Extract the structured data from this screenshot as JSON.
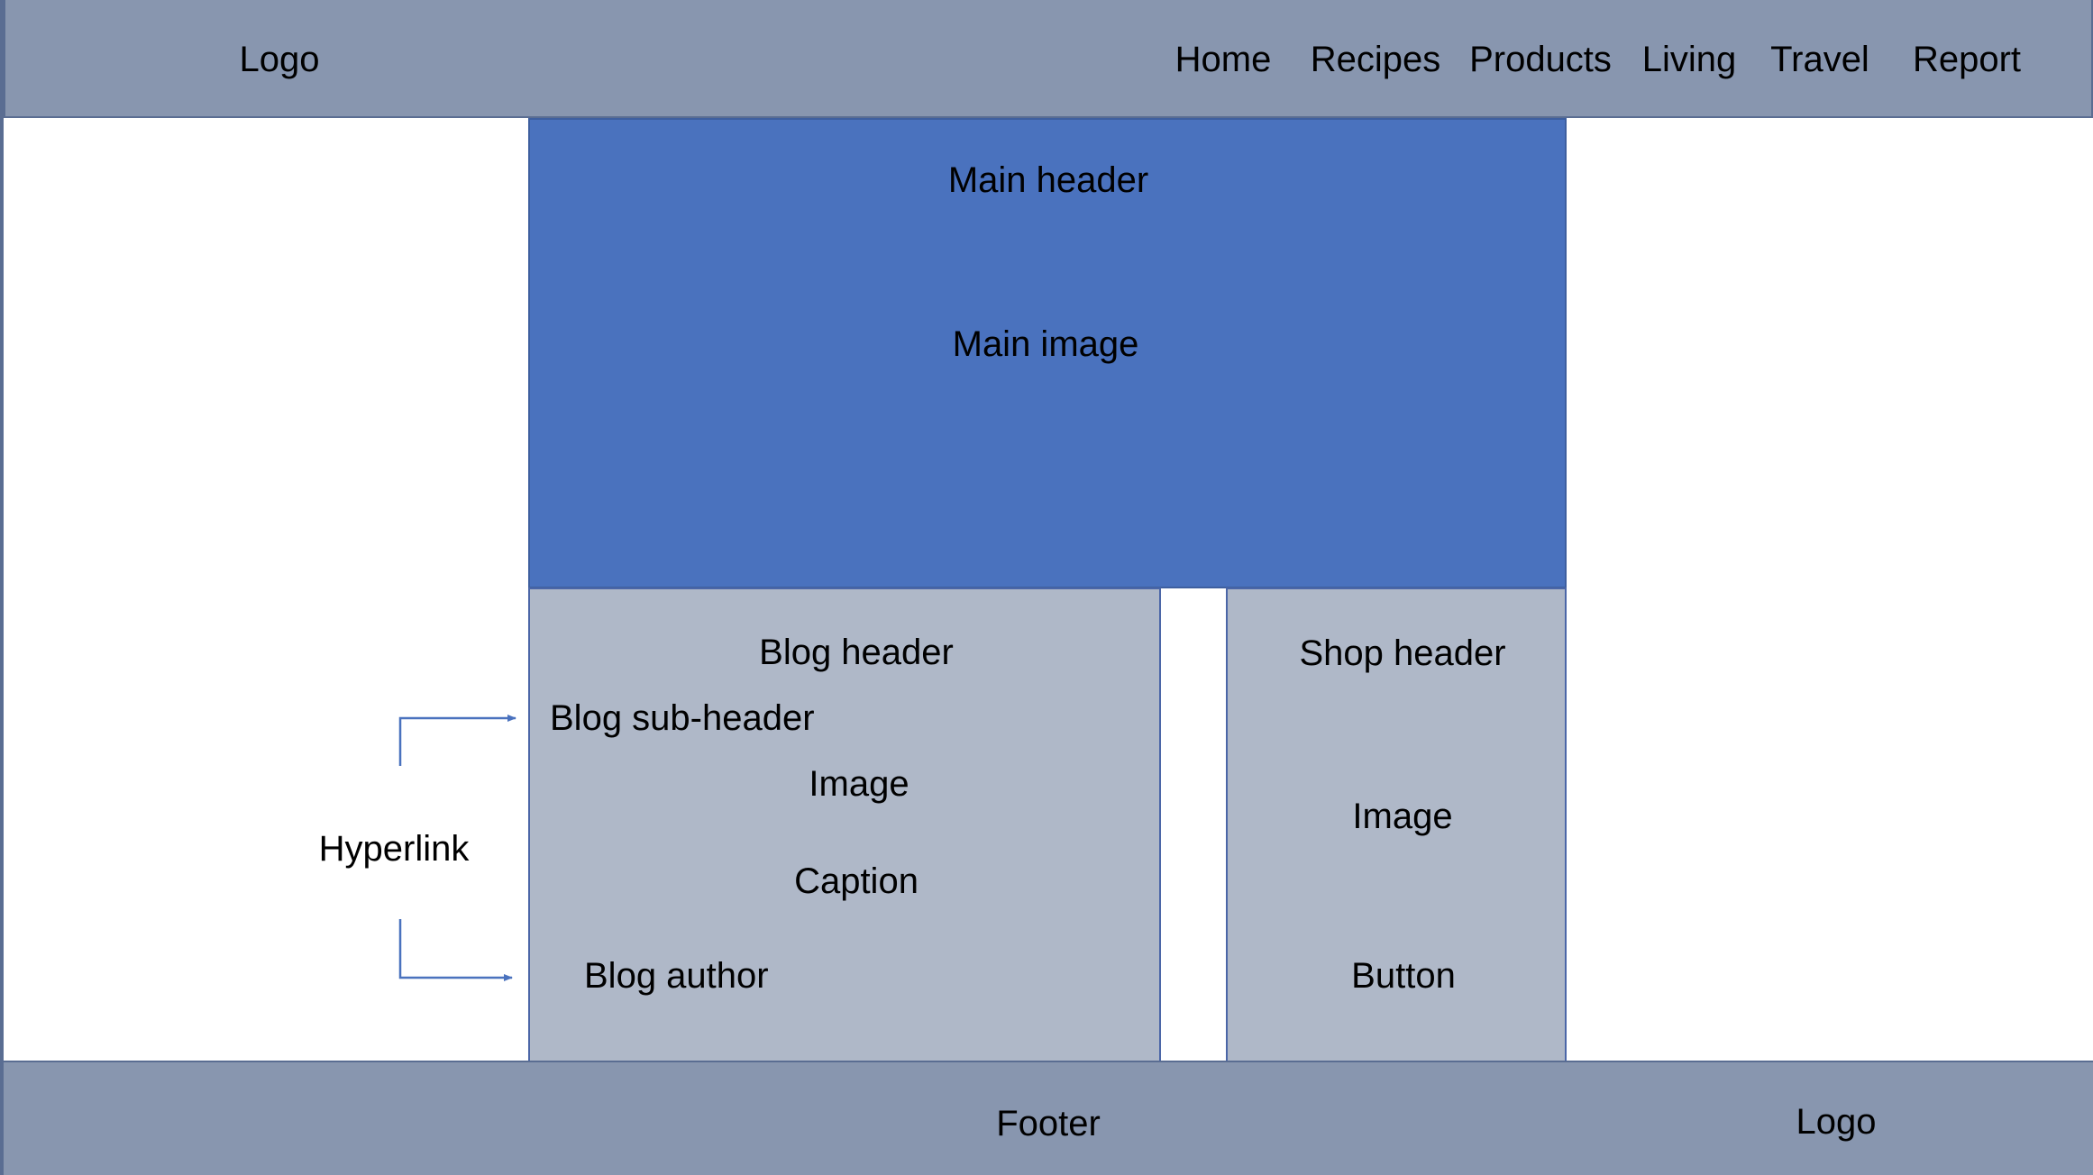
{
  "header": {
    "logo": "Logo",
    "nav": [
      "Home",
      "Recipes",
      "Products",
      "Living",
      "Travel",
      "Report"
    ]
  },
  "main": {
    "header": "Main header",
    "image": "Main image"
  },
  "blog": {
    "header": "Blog header",
    "sub_header": "Blog sub-header",
    "image": "Image",
    "caption": "Caption",
    "author": "Blog author"
  },
  "shop": {
    "header": "Shop header",
    "image": "Image",
    "button": "Button"
  },
  "annotation": {
    "hyperlink": "Hyperlink"
  },
  "footer": {
    "label": "Footer",
    "logo": "Logo"
  },
  "colors": {
    "bar": "#8896af",
    "main_panel": "#4a72be",
    "content_panel": "#afb8c8",
    "arrow": "#4a72be"
  }
}
